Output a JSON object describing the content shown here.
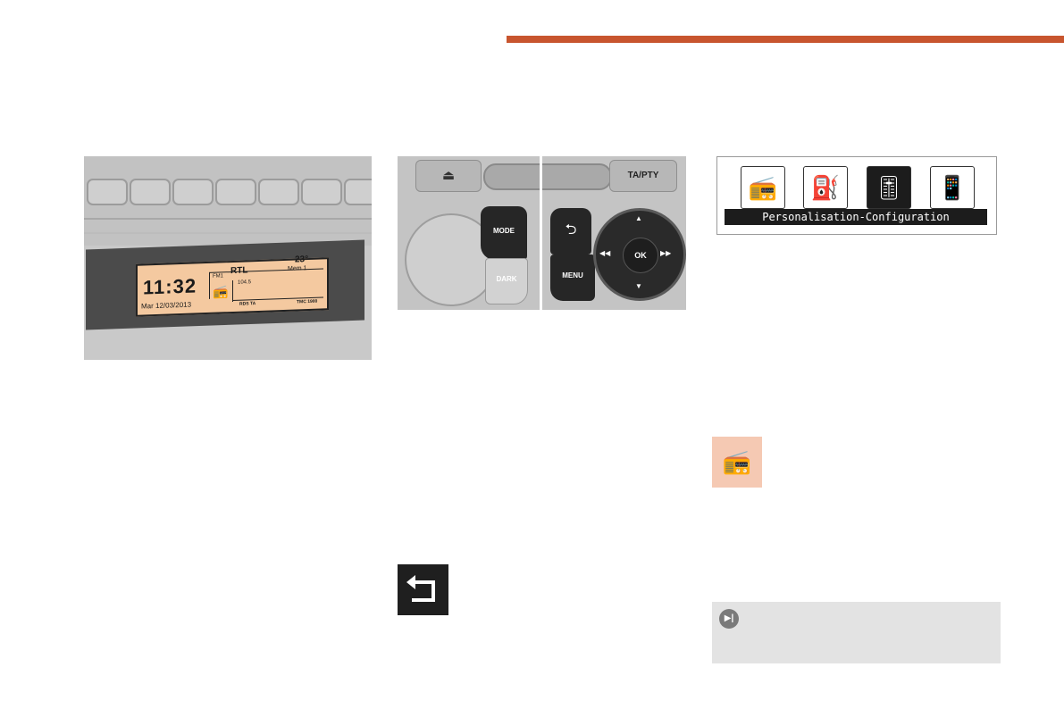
{
  "colors": {
    "accent": "#c8552e",
    "note_bg": "#e3e3e3",
    "audio_tile_bg": "#f5c9b3"
  },
  "display_photo": {
    "time": "11:32",
    "date": "Mar 12/03/2013",
    "station": "RTL",
    "temperature": "23°",
    "memory": "Mem 1",
    "band": "FM1",
    "frequency": "104.5",
    "rds": "RDS TA",
    "tmc": "TMC 1900"
  },
  "controls_photo": {
    "eject_icon": "eject-icon",
    "ta_label": "TA/PTY",
    "mode_label": "MODE",
    "dark_label": "DARK",
    "menu_label": "MENU",
    "ok_label": "OK",
    "back_icon": "back-arrow-icon",
    "arrows": {
      "up": "▲",
      "down": "▼",
      "left": "◀◀",
      "right": "▶▶"
    }
  },
  "screen_menu": {
    "icons": [
      {
        "name": "audio-multimedia-icon",
        "glyph": "📻",
        "selected": false
      },
      {
        "name": "trip-computer-icon",
        "glyph": "⛽",
        "selected": false
      },
      {
        "name": "settings-icon",
        "glyph": "🎚",
        "selected": true
      },
      {
        "name": "telephone-icon",
        "glyph": "📱",
        "selected": false
      }
    ],
    "label": "Personalisation-Configuration"
  },
  "audio_tile": {
    "icon": "audio-multimedia-icon",
    "glyph": "📻"
  },
  "back_tile": {
    "icon": "back-arrow-icon"
  },
  "note": {
    "icon": "next-info-icon",
    "glyph": "▶|"
  }
}
